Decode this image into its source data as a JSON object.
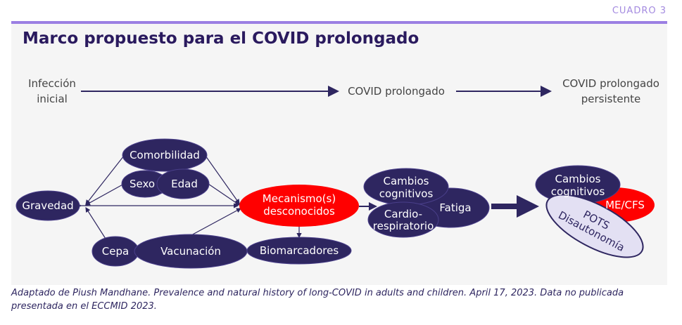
{
  "label": "CUADRO 3",
  "title": "Marco propuesto para el COVID prolongado",
  "timeline": {
    "start": [
      "Infección",
      "inicial"
    ],
    "middle": "COVID prolongado",
    "end": [
      "COVID prolongado",
      "persistente"
    ]
  },
  "nodes": {
    "gravedad": "Gravedad",
    "comorbilidad": "Comorbilidad",
    "sexo": "Sexo",
    "edad": "Edad",
    "cepa": "Cepa",
    "vacunacion": "Vacunación",
    "mecanismo": [
      "Mecanismo(s)",
      "desconocidos"
    ],
    "biomarcadores": "Biomarcadores",
    "cambios1": [
      "Cambios",
      "cognitivos"
    ],
    "fatiga": "Fatiga",
    "cardio": [
      "Cardio-",
      "respiratorio"
    ],
    "cambios2": [
      "Cambios",
      "cognitivos"
    ],
    "mecfs": "ME/CFS",
    "pots": [
      "POTS",
      "Disautonomía"
    ]
  },
  "caption": "Adaptado de Piush Mandhane. Prevalence and natural history of long-COVID in adults and children. April 17, 2023. Data no publicada presentada en el ECCMID 2023.",
  "colors": {
    "navy": "#2e2660",
    "red": "#ff0000",
    "lavender": "#e3e0f3",
    "accent": "#9b7fe3"
  }
}
